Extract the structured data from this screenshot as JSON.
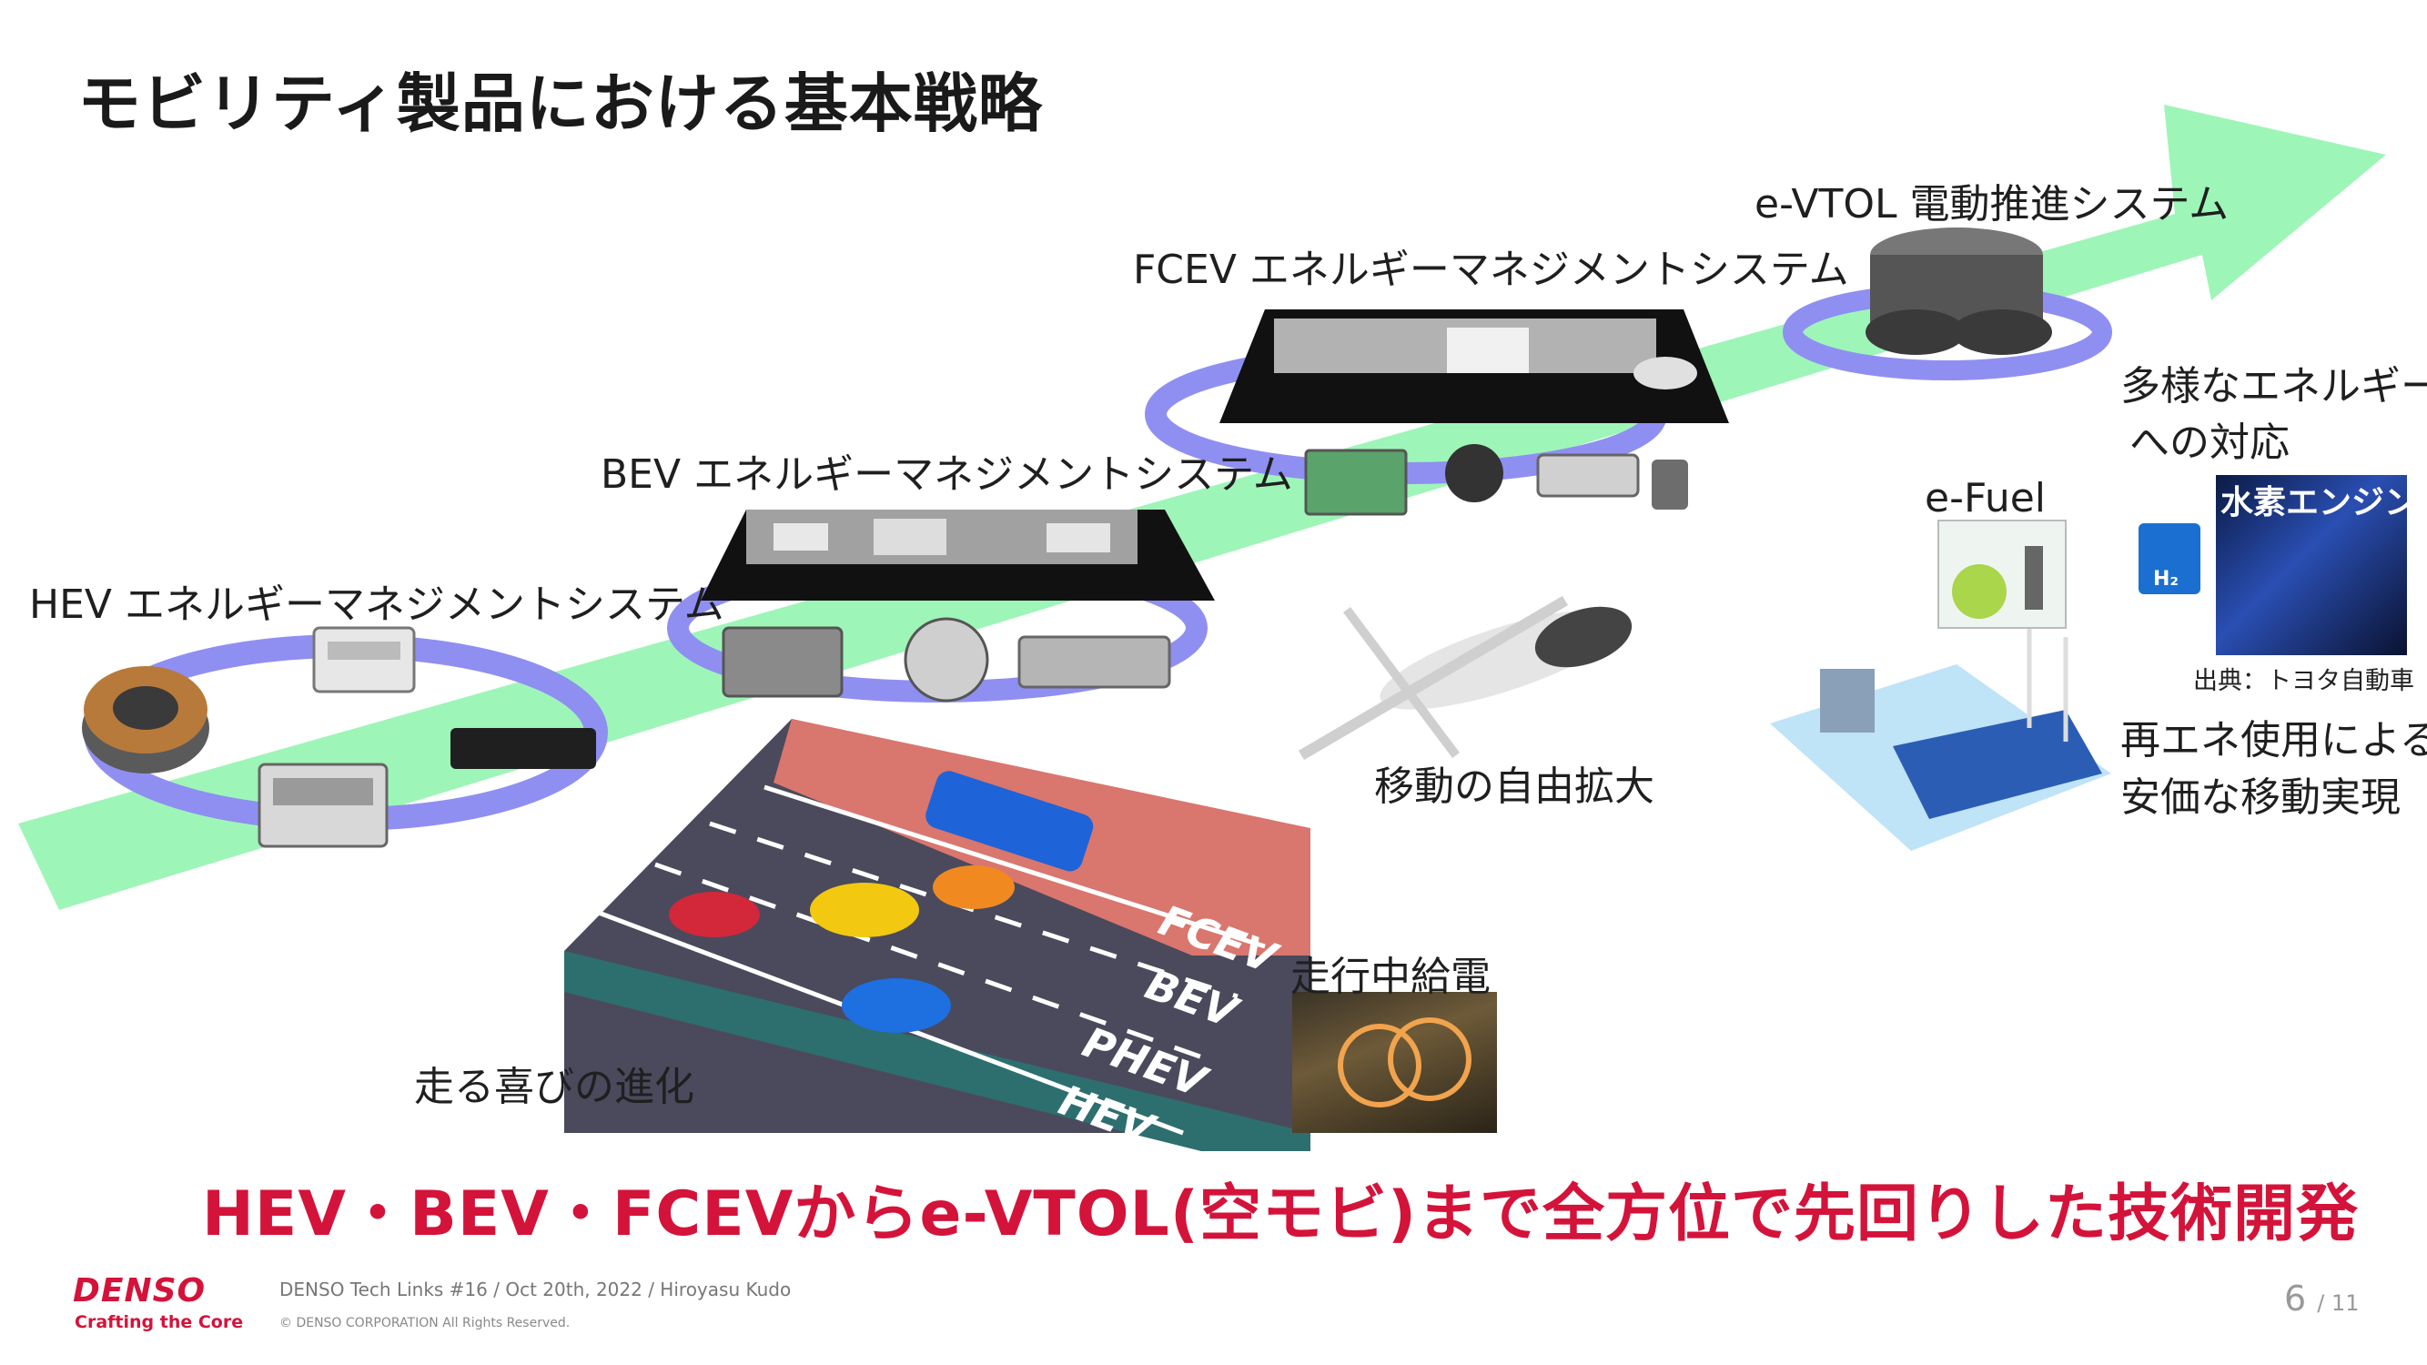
{
  "title": "モビリティ製品における基本戦略",
  "labels": {
    "hev": "HEV エネルギーマネジメントシステム",
    "bev": "BEV エネルギーマネジメントシステム",
    "fcev": "FCEV エネルギーマネジメントシステム",
    "evtol": "e-VTOL 電動推進システム",
    "energy_line1": "多様なエネルギー",
    "energy_line2": "への対応",
    "efuel": "e-Fuel",
    "hydrogen_engine": "水素エンジン",
    "h2_icon_text": "H₂",
    "source": "出典：トヨタ自動車",
    "renewable_line1": "再エネ使用による",
    "renewable_line2": "安価な移動実現",
    "mobility_freedom": "移動の自由拡大",
    "wireless_charging": "走行中給電",
    "driving_joy": "走る喜びの進化"
  },
  "lanes": [
    "FCEV",
    "BEV",
    "PHEV",
    "HEV"
  ],
  "headline": "HEV・BEV・FCEVからe-VTOL(空モビ)まで全方位で先回りした技術開発",
  "footer": {
    "logo": "DENSO",
    "tagline": "Crafting the Core",
    "event": "DENSO Tech Links #16 / Oct 20th, 2022 / Hiroyasu Kudo",
    "copyright": "© DENSO CORPORATION All Rights Reserved.",
    "page": "6",
    "total": "/ 11"
  },
  "colors": {
    "arrow": "#9ef5b8",
    "ring": "#8f8ff2",
    "accent_red": "#d4133a",
    "road": "#4a4a5c",
    "lane_fcev": "#d9766e"
  }
}
